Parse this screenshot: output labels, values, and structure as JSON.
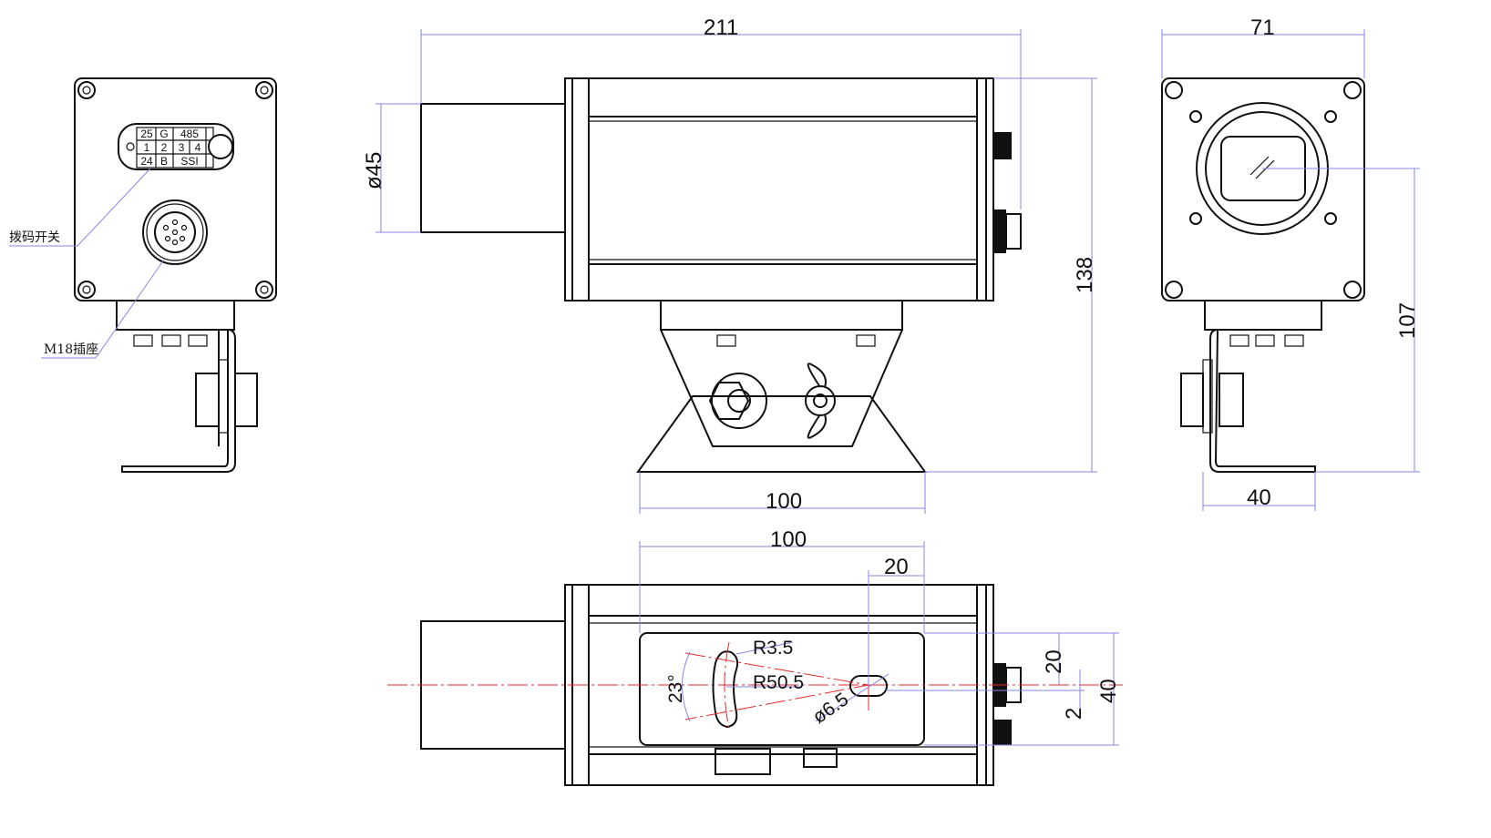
{
  "labels": {
    "dip_switch": "拨码开关",
    "m18_socket": "M18插座"
  },
  "dip_table": {
    "row1": [
      "25",
      "G",
      "485"
    ],
    "row2": [
      "1",
      "2",
      "3",
      "4"
    ],
    "row3": [
      "24",
      "B",
      "SSI"
    ]
  },
  "dimensions": {
    "overall_length": "211",
    "lens_diameter": "ø45",
    "height": "138",
    "base_width": "100",
    "side_width": "71",
    "side_height": "107",
    "bracket_width": "40",
    "slot_span": "100",
    "slot_offset": "20",
    "slot_vertical": "20",
    "slot_gap": "2",
    "plate_height": "40",
    "radius_small": "R3.5",
    "radius_large": "R50.5",
    "angle": "23°",
    "hole_diameter": "ø6.5"
  },
  "colors": {
    "dimension": "#8a84e6",
    "centerline": "#e52b2b",
    "outline": "#111111"
  }
}
